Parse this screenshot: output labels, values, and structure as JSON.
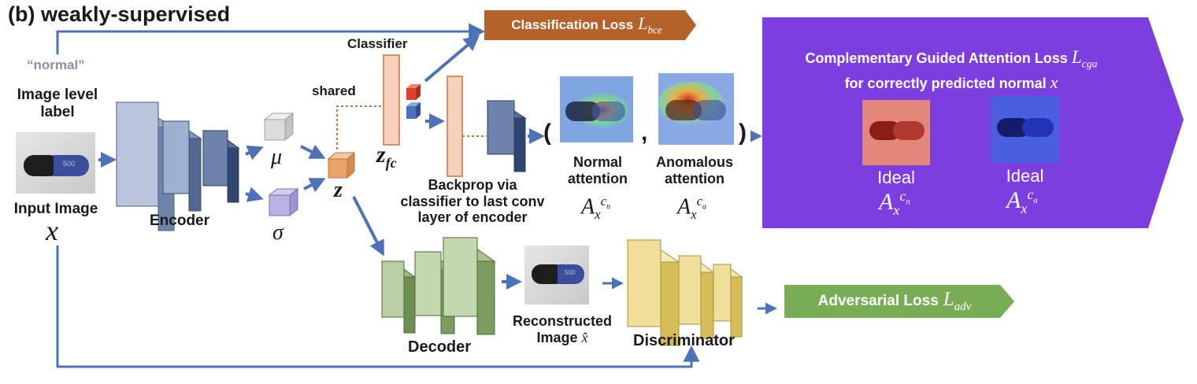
{
  "section_title": "(b) weakly-supervised",
  "quote_label": "“normal”",
  "image_level_label": "Image level label",
  "input_image": {
    "label": "Input Image",
    "symbol": "x"
  },
  "pill_text": "500",
  "encoder_label": "Encoder",
  "mu_symbol": "μ",
  "sigma_symbol": "σ",
  "z_symbol": "z",
  "shared_label": "shared",
  "classifier_label": "Classifier",
  "zfc": {
    "base": "z",
    "sub": "fc"
  },
  "classification_loss": {
    "text": "Classification Loss",
    "sym": "L",
    "sub": "bce"
  },
  "backprop_text": [
    "Backprop via",
    "classifier to last conv",
    "layer of encoder"
  ],
  "paren_open": "(",
  "paren_close": ")",
  "comma": ",",
  "normal_attention": {
    "line1": "Normal",
    "line2": "attention",
    "sym": "A",
    "sub": "x",
    "sup": "c",
    "supsub": "n"
  },
  "anomalous_attention": {
    "line1": "Anomalous",
    "line2": "attention",
    "sym": "A",
    "sub": "x",
    "sup": "c",
    "supsub": "a"
  },
  "cga_panel": {
    "title": "Complementary Guided Attention Loss",
    "sym": "L",
    "sub": "cga",
    "line2": "for correctly predicted normal",
    "line2_sym": "x",
    "ideal1": {
      "label": "Ideal",
      "sym": "A",
      "sub": "x",
      "sup": "c",
      "supsub": "n"
    },
    "ideal2": {
      "label": "Ideal",
      "sym": "A",
      "sub": "x",
      "sup": "c",
      "supsub": "a"
    }
  },
  "decoder_label": "Decoder",
  "reconstructed": {
    "line1": "Reconstructed",
    "line2": "Image",
    "sym": "x̂"
  },
  "discriminator_label": "Discriminator",
  "adversarial_loss": {
    "text": "Adversarial Loss",
    "sym": "L",
    "sub": "adv"
  },
  "colors": {
    "arrow": "#4e72b8",
    "encoder_face": "#b9c6dc",
    "decoder_face": "#b8cfa3",
    "disc_face": "#eedf9a",
    "class_loss": "#b5612a",
    "adv_loss": "#79ad55",
    "cga_panel": "#7d3ee0",
    "z_cube": "#e8a36b",
    "classifier_bar": "#f6d2bd"
  }
}
